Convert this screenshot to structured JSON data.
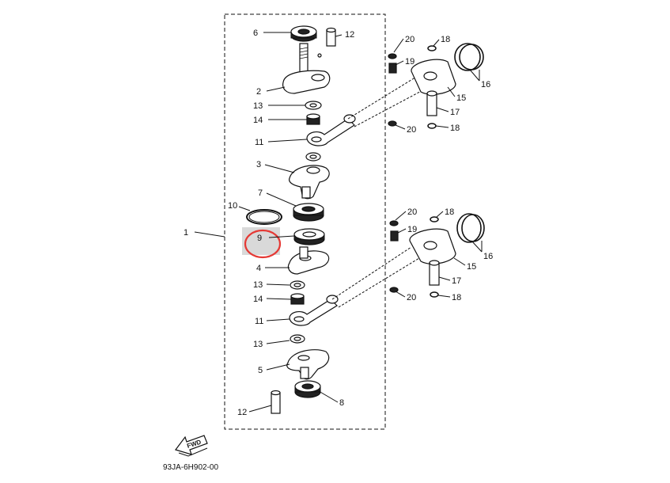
{
  "diagram_code": "93JA-6H902-00",
  "fwd_label": "FWD",
  "accent_color": "#e53935",
  "highlight_color": "#d9d9d9",
  "highlighted_part": "9",
  "callouts": [
    {
      "id": "c1",
      "label": "1"
    },
    {
      "id": "c6",
      "label": "6"
    },
    {
      "id": "c12a",
      "label": "12"
    },
    {
      "id": "c2",
      "label": "2"
    },
    {
      "id": "c13a",
      "label": "13"
    },
    {
      "id": "c14a",
      "label": "14"
    },
    {
      "id": "c11a",
      "label": "11"
    },
    {
      "id": "c3",
      "label": "3"
    },
    {
      "id": "c7",
      "label": "7"
    },
    {
      "id": "c10",
      "label": "10"
    },
    {
      "id": "c9",
      "label": "9"
    },
    {
      "id": "c4",
      "label": "4"
    },
    {
      "id": "c13b",
      "label": "13"
    },
    {
      "id": "c14b",
      "label": "14"
    },
    {
      "id": "c11b",
      "label": "11"
    },
    {
      "id": "c13c",
      "label": "13"
    },
    {
      "id": "c5",
      "label": "5"
    },
    {
      "id": "c12b",
      "label": "12"
    },
    {
      "id": "c8",
      "label": "8"
    },
    {
      "id": "c20a",
      "label": "20"
    },
    {
      "id": "c19a",
      "label": "19"
    },
    {
      "id": "c18a",
      "label": "18"
    },
    {
      "id": "c16a",
      "label": "16"
    },
    {
      "id": "c15a",
      "label": "15"
    },
    {
      "id": "c17a",
      "label": "17"
    },
    {
      "id": "c20b",
      "label": "20"
    },
    {
      "id": "c18b",
      "label": "18"
    },
    {
      "id": "c20c",
      "label": "20"
    },
    {
      "id": "c19b",
      "label": "19"
    },
    {
      "id": "c18c",
      "label": "18"
    },
    {
      "id": "c16b",
      "label": "16"
    },
    {
      "id": "c15b",
      "label": "15"
    },
    {
      "id": "c17b",
      "label": "17"
    },
    {
      "id": "c20d",
      "label": "20"
    },
    {
      "id": "c18d",
      "label": "18"
    }
  ]
}
